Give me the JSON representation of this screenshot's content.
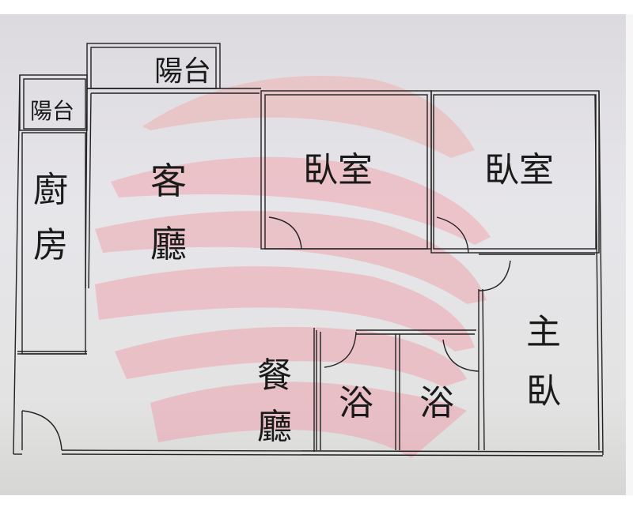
{
  "floor_plan": {
    "rooms": [
      {
        "id": "balcony-top",
        "label": "陽台"
      },
      {
        "id": "balcony-left",
        "label": "陽台"
      },
      {
        "id": "kitchen",
        "label_line1": "廚",
        "label_line2": "房"
      },
      {
        "id": "living-room",
        "label_line1": "客",
        "label_line2": "廳"
      },
      {
        "id": "bedroom-1",
        "label": "臥室"
      },
      {
        "id": "bedroom-2",
        "label": "臥室"
      },
      {
        "id": "dining-room",
        "label_line1": "餐",
        "label_line2": "廳"
      },
      {
        "id": "bathroom-1",
        "label": "浴"
      },
      {
        "id": "bathroom-2",
        "label": "浴"
      },
      {
        "id": "master-bedroom",
        "label_line1": "主",
        "label_line2": "臥"
      }
    ],
    "colors": {
      "wall": "#222222",
      "watermark": "#e8a0a8",
      "paper": "#e4e3e7"
    }
  }
}
